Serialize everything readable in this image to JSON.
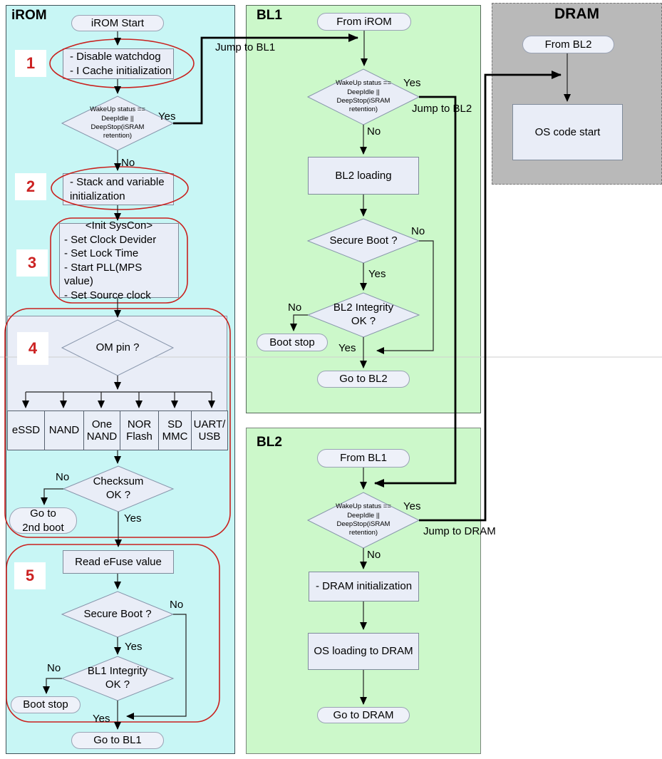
{
  "connectors": {
    "jump_to_bl1": "Jump to BL1",
    "jump_to_bl2": "Jump to BL2",
    "jump_to_dram": "Jump to DRAM",
    "yes": "Yes",
    "no": "No"
  },
  "badges": {
    "b1": "1",
    "b2": "2",
    "b3": "3",
    "b4": "4",
    "b5": "5"
  },
  "colors": {
    "irom_bg": "#c8f6f5",
    "bl_bg": "#ccf8ca",
    "dram_bg": "#b9b9b9",
    "annotation_red": "#c9211e",
    "node_fill": "#e9edf7"
  },
  "irom": {
    "title": "iROM",
    "start": "iROM Start",
    "init_cache": "- Disable watchdog\n- I Cache initialization",
    "wakeup": "WakeUp status ==\nDeepIdle ||\nDeepStop(iSRAM\nretention)",
    "stack_init": "- Stack and variable\ninitialization",
    "syscon_title": "<Init SysCon>",
    "syscon_items": "- Set Clock Devider\n- Set Lock Time\n- Start PLL(MPS value)\n- Set Source clock",
    "om_pin": "OM pin ?",
    "media": [
      "eSSD",
      "NAND",
      "One\nNAND",
      "NOR\nFlash",
      "SD\nMMC",
      "UART/\nUSB"
    ],
    "checksum": "Checksum\nOK ?",
    "goto_2nd_boot": "Go to\n2nd boot",
    "read_efuse": "Read eFuse value",
    "secure_boot": "Secure Boot ?",
    "bl1_integrity": "BL1 Integrity\nOK ?",
    "boot_stop": "Boot stop",
    "goto_bl1": "Go to BL1"
  },
  "bl1": {
    "title": "BL1",
    "from": "From iROM",
    "wakeup": "WakeUp status ==\nDeepIdle ||\nDeepStop(iSRAM\nretention)",
    "bl2_loading": "BL2 loading",
    "secure_boot": "Secure Boot ?",
    "bl2_integrity": "BL2 Integrity\nOK ?",
    "boot_stop": "Boot stop",
    "goto_bl2": "Go to BL2"
  },
  "bl2": {
    "title": "BL2",
    "from": "From BL1",
    "wakeup": "WakeUp status ==\nDeepIdle ||\nDeepStop(iSRAM\nretention)",
    "dram_init": "- DRAM initialization",
    "os_loading": "OS loading to DRAM",
    "goto_dram": "Go to DRAM"
  },
  "dram": {
    "title": "DRAM",
    "from": "From BL2",
    "os_code_start": "OS code start"
  }
}
